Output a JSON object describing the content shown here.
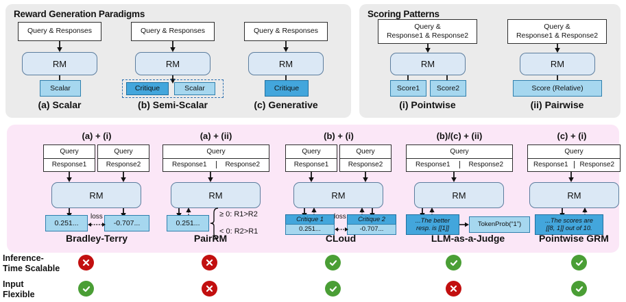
{
  "top": {
    "left_panel": {
      "title": "Reward Generation Paradigms",
      "columns": [
        {
          "input": "Query & Responses",
          "model": "RM",
          "output": "Scalar",
          "output_style": "light",
          "caption": "(a) Scalar"
        },
        {
          "input": "Query & Responses",
          "model": "RM",
          "output_a": "Critique",
          "output_b": "Scalar",
          "caption": "(b) Semi-Scalar"
        },
        {
          "input": "Query & Responses",
          "model": "RM",
          "output": "Critique",
          "output_style": "dark",
          "caption": "(c) Generative"
        }
      ]
    },
    "right_panel": {
      "title": "Scoring Patterns",
      "columns": [
        {
          "input_line1": "Query &",
          "input_line2": "Response1 & Response2",
          "model": "RM",
          "output_a": "Score1",
          "output_b": "Score2",
          "caption": "(i) Pointwise"
        },
        {
          "input_line1": "Query &",
          "input_line2": "Response1 & Response2",
          "model": "RM",
          "output": "Score (Relative)",
          "caption": "(ii) Pairwise"
        }
      ]
    }
  },
  "bottom": {
    "columns": [
      {
        "combo": "(a) + (i)",
        "query": "Query",
        "response1": "Response1",
        "response2": "Response2",
        "model": "RM",
        "score1": "0.251...",
        "score2": "-0.707...",
        "loss": "loss",
        "caption": "Bradley-Terry"
      },
      {
        "combo": "(a) + (ii)",
        "query": "Query",
        "response1": "Response1",
        "response2": "Response2",
        "model": "RM",
        "score1": "0.251...",
        "rule1": "≥ 0: R1>R2",
        "rule2": "< 0: R2>R1",
        "caption": "PairRM"
      },
      {
        "combo": "(b) + (i)",
        "query": "Query",
        "response1": "Response1",
        "response2": "Response2",
        "model": "RM",
        "critique1": "Critique 1",
        "critique2": "Critique 2",
        "score1": "0.251...",
        "score2": "-0.707...",
        "loss": "loss",
        "caption": "CLoud"
      },
      {
        "combo": "(b)/(c) + (ii)",
        "query": "Query",
        "response1": "Response1",
        "response2": "Response2",
        "model": "RM",
        "judgement_line1": "...The better",
        "judgement_line2": "resp. is [[1]]",
        "tokenprob": "TokenProb(“1”)",
        "caption": "LLM-as-a-Judge"
      },
      {
        "combo": "(c) + (i)",
        "query": "Query",
        "response1": "Response1",
        "response2": "Response2",
        "model": "RM",
        "scores_line1": "...The scores are",
        "scores_line2": "[[8, 1]] out of 10.",
        "caption": "Pointwise GRM"
      }
    ]
  },
  "matrix": {
    "rows": [
      {
        "label_line1": "Inference-",
        "label_line2": "Time Scalable",
        "values": [
          "no",
          "no",
          "ok",
          "ok",
          "ok"
        ]
      },
      {
        "label_line1": "Input",
        "label_line2": "Flexible",
        "values": [
          "ok",
          "no",
          "ok",
          "no",
          "ok"
        ]
      }
    ]
  },
  "colors": {
    "panel_gray": "#ebebeb",
    "panel_pink": "#fbe7f7",
    "rm_fill": "#dbe8f5",
    "rm_border": "#5b7c9d",
    "light_blue": "#a6d7ef",
    "dark_blue": "#43a6dc",
    "check_green": "#4a9e35",
    "cross_red": "#c20f0f"
  }
}
